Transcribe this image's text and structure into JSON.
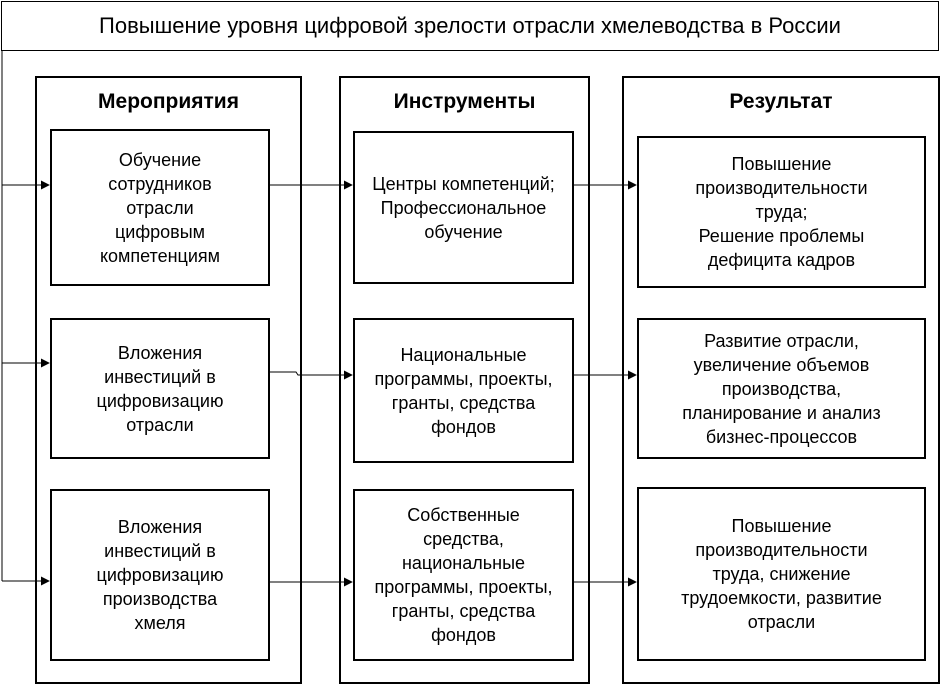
{
  "title": "Повышение уровня цифровой зрелости отрасли хмелеводства в России",
  "columns": [
    {
      "header": "Мероприятия",
      "items": [
        "Обучение\nсотрудников\nотрасли\nцифровым\nкомпетенциям",
        "Вложения\nинвестиций в\nцифровизацию\nотрасли",
        "Вложения\nинвестиций в\nцифровизацию\nпроизводства\nхмеля"
      ]
    },
    {
      "header": "Инструменты",
      "items": [
        "Центры компетенций;\nПрофессиональное\nобучение",
        "Национальные\nпрограммы, проекты,\nгранты, средства\nфондов",
        "Собственные\nсредства,\nнациональные\nпрограммы, проекты,\nгранты, средства\nфондов"
      ]
    },
    {
      "header": "Результат",
      "items": [
        "Повышение\nпроизводительности\nтруда;\nРешение проблемы\nдефицита кадров",
        "Развитие отрасли,\nувеличение объемов\nпроизводства,\nпланирование и анализ\nбизнес-процессов",
        "Повышение\nпроизводительности\nтруда, снижение\nтрудоемкости, развитие\nотрасли"
      ]
    }
  ]
}
